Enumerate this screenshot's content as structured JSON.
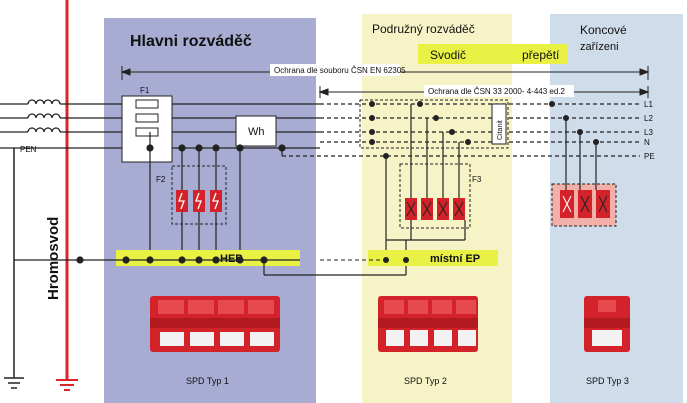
{
  "panels": {
    "main": {
      "title": "Hlavni rozváděč",
      "spd_caption": "SPD Typ 1"
    },
    "sub": {
      "title": "Podružný rozváděč",
      "spd_caption": "SPD Typ 2"
    },
    "end": {
      "title_line1": "Koncové",
      "title_line2": "zařízeni",
      "spd_caption": "SPD Typ 3"
    }
  },
  "banners": {
    "svodic": "Svodič",
    "prepeti": "přepětí",
    "csn_62305": "Ochrana dle souboru ČSN EN 62305",
    "csn_2000": "Ochrana dle ČSN 33 2000- 4-443 ed.2"
  },
  "lines": {
    "l1": "L1",
    "l2": "L2",
    "l3": "L3",
    "n": "N",
    "pe": "PE",
    "pen": "PEN"
  },
  "components": {
    "f1": "F1",
    "f2": "F2",
    "f3": "F3",
    "wh": "Wh",
    "citanit": "Citanit"
  },
  "bars": {
    "hep": "HEP",
    "mistni_ep": "místní EP"
  },
  "side": {
    "hromosvod": "Hromosvod"
  },
  "colors": {
    "main_panel": "#a9acd2",
    "sub_panel": "#f6f3c6",
    "end_panel": "#cfdcea",
    "yellow_bar": "#e9f244",
    "lightning_rod": "#d9262a",
    "spd_red": "#d3222a"
  }
}
